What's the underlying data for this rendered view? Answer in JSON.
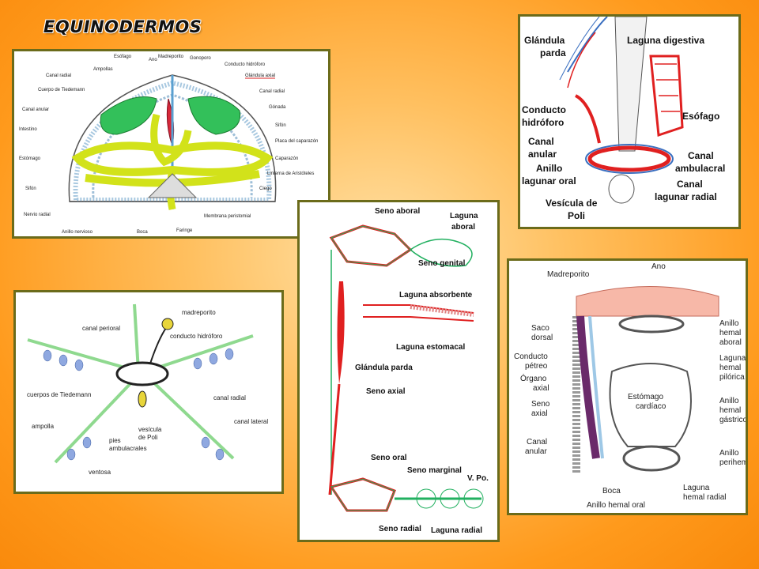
{
  "title": "EQUINODERMOS",
  "panel_sea_urchin": {
    "labels": {
      "esofago": "Esófago",
      "ano": "Ano",
      "madreporito": "Madreporito",
      "gonoporo": "Gonoporo",
      "conducto_hidroforo": "Conducto hidróforo",
      "glandula_axial": "Glándula axial",
      "canal_radial_r": "Canal radial",
      "gonada": "Gónada",
      "sifon_r": "Sifón",
      "placa_caparazon": "Placa del caparazón",
      "caparazon": "Caparazón",
      "linterna": "Linterna de Aristóteles",
      "ciego": "Ciego",
      "membrana": "Membrana peristomial",
      "faringe": "Faringe",
      "boca": "Boca",
      "anillo_nervioso": "Anillo nervioso",
      "nervio_radial": "Nervio radial",
      "sifon_l": "Sifón",
      "estomago": "Estómago",
      "intestino": "Intestino",
      "canal_anular": "Canal anular",
      "cuerpo_tiedemann": "Cuerpo de Tiedemann",
      "canal_radial_l": "Canal radial",
      "ampollas": "Ampollas"
    }
  },
  "panel_hemal": {
    "labels": {
      "glandula_parda_1": "Glándula",
      "glandula_parda_2": "parda",
      "laguna_digestiva": "Laguna digestiva",
      "conducto_1": "Conducto",
      "conducto_2": "hidróforo",
      "esofago": "Esófago",
      "canal_anular_1": "Canal",
      "canal_anular_2": "anular",
      "canal_amb_1": "Canal",
      "canal_amb_2": "ambulacral",
      "anillo_1": "Anillo",
      "anillo_2": "lagunar oral",
      "canal_lag_1": "Canal",
      "canal_lag_2": "lagunar radial",
      "vesicula_1": "Vesícula de",
      "vesicula_2": "Poli"
    }
  },
  "panel_sinus": {
    "labels": {
      "seno_aboral": "Seno aboral",
      "laguna_aboral_1": "Laguna",
      "laguna_aboral_2": "aboral",
      "seno_genital": "Seno genital",
      "laguna_absorbente": "Laguna absorbente",
      "laguna_estomacal": "Laguna estomacal",
      "glandula_parda": "Glándula parda",
      "seno_axial": "Seno axial",
      "seno_oral": "Seno oral",
      "seno_marginal": "Seno marginal",
      "vpo": "V. Po.",
      "seno_radial": "Seno radial",
      "laguna_radial": "Laguna radial"
    }
  },
  "panel_starfish": {
    "labels": {
      "madreporito": "madreporito",
      "canal_perioral": "canal perioral",
      "conducto_hidroforo": "conducto hidróforo",
      "cuerpos_tiedemann": "cuerpos de Tiedemann",
      "canal_radial": "canal radial",
      "canal_lateral": "canal lateral",
      "ampolla": "ampolla",
      "vesicula_1": "vesícula",
      "vesicula_2": "de Poli",
      "pies_1": "pies",
      "pies_2": "ambulacrales",
      "ventosa": "ventosa"
    }
  },
  "panel_section": {
    "labels": {
      "madreporito": "Madreporito",
      "ano": "Ano",
      "saco_1": "Saco",
      "saco_2": "dorsal",
      "conducto_1": "Conducto",
      "conducto_2": "pétreo",
      "organo_1": "Órgano",
      "organo_2": "axial",
      "seno_1": "Seno",
      "seno_2": "axial",
      "canal_1": "Canal",
      "canal_2": "anular",
      "boca": "Boca",
      "anillo_hemal_oral": "Anillo hemal oral",
      "laguna_radial_1": "Laguna",
      "laguna_radial_2": "hemal radial",
      "estomago_1": "Estómago",
      "estomago_2": "cardíaco",
      "anillo_aboral_1": "Anillo",
      "anillo_aboral_2": "hemal",
      "anillo_aboral_3": "aboral",
      "laguna_pil_1": "Laguna",
      "laguna_pil_2": "hemal",
      "laguna_pil_3": "pilórica",
      "anillo_gas_1": "Anillo",
      "anillo_gas_2": "hemal",
      "anillo_gas_3": "gástrico",
      "anillo_peri_1": "Anillo",
      "anillo_peri_2": "perihemal"
    }
  }
}
